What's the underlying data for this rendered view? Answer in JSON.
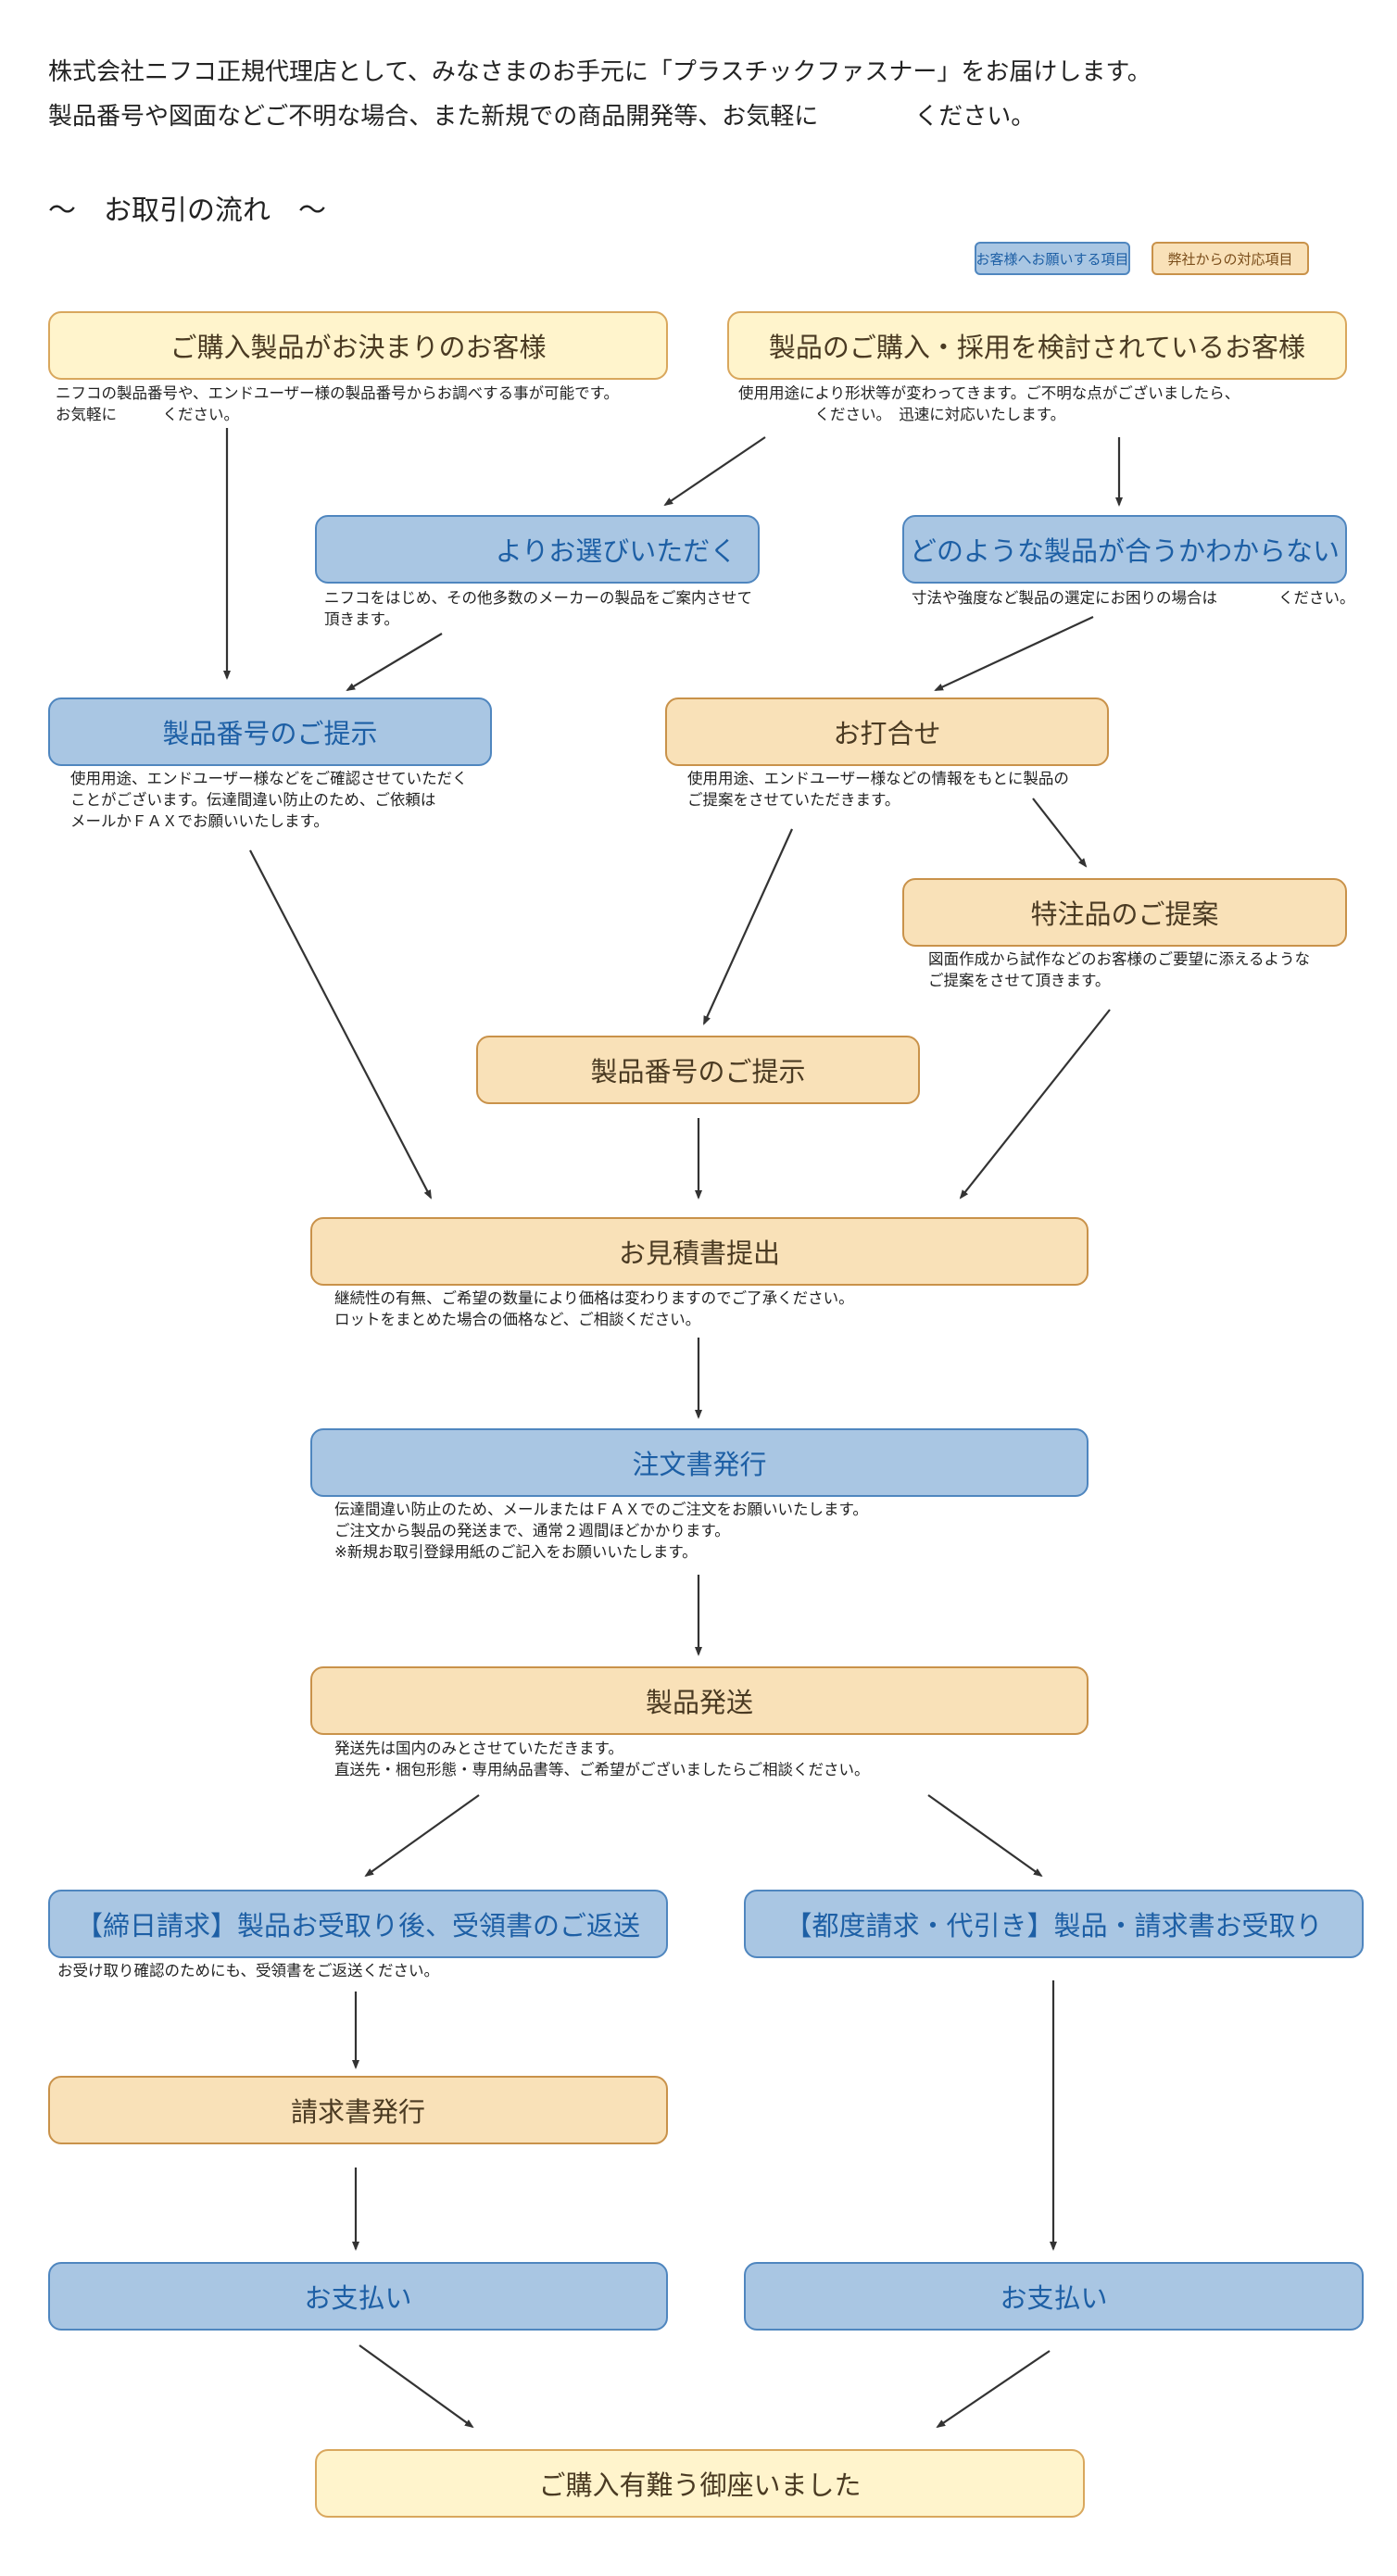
{
  "intro": {
    "line1": "株式会社ニフコ正規代理店として、みなさまのお手元に「プラスチックファスナー」をお届けします。",
    "line2": "製品番号や図面などご不明な場合、また新規での商品開発等、お気軽に　　　　ください。"
  },
  "heading": "～　お取引の流れ　～",
  "legend": {
    "customer": "お客様へお願いする項目",
    "company": "弊社からの対応項目"
  },
  "flow": {
    "decided": {
      "label": "ご購入製品がお決まりのお客様",
      "note": "ニフコの製品番号や、エンドユーザー様の製品番号からお調べする事が可能です。\nお気軽に　　　ください。"
    },
    "considering": {
      "label": "製品のご購入・採用を検討されているお客様",
      "note": "使用用途により形状等が変わってきます。ご不明な点がございましたら、\n　　　　　ください。　迅速に対応いたします。"
    },
    "choose": {
      "label": "よりお選びいただく",
      "note": "ニフコをはじめ、その他多数のメーカーの製品をご案内させて\n頂きます。"
    },
    "unsure": {
      "label": "どのような製品が合うかわからない",
      "note": "寸法や強度など製品の選定にお困りの場合は　　　　ください。"
    },
    "present_part_no": {
      "label": "製品番号のご提示",
      "note": "使用用途、エンドユーザー様などをご確認させていただく\nことがございます。伝達間違い防止のため、ご依頼は\nメールかＦＡＸでお願いいたします。"
    },
    "meeting": {
      "label": "お打合せ",
      "note": "使用用途、エンドユーザー様などの情報をもとに製品の\nご提案をさせていただきます。"
    },
    "custom": {
      "label": "特注品のご提案",
      "note": "図面作成から試作などのお客様のご要望に添えるような\nご提案をさせて頂きます。"
    },
    "part_no_company": {
      "label": "製品番号のご提示"
    },
    "quote": {
      "label": "お見積書提出",
      "note": "継続性の有無、ご希望の数量により価格は変わりますのでご了承ください。\nロットをまとめた場合の価格など、ご相談ください。"
    },
    "order": {
      "label": "注文書発行",
      "note": "伝達間違い防止のため、メールまたはＦＡＸでのご注文をお願いいたします。\nご注文から製品の発送まで、通常２週間ほどかかります。\n※新規お取引登録用紙のご記入をお願いいたします。"
    },
    "shipping": {
      "label": "製品発送",
      "note": "発送先は国内のみとさせていただきます。\n直送先・梱包形態・専用納品書等、ご希望がございましたらご相談ください。"
    },
    "closing_billing": {
      "label": "【締日請求】製品お受取り後、受領書のご返送",
      "note": "お受け取り確認のためにも、受領書をご返送ください。"
    },
    "per_billing": {
      "label": "【都度請求・代引き】製品・請求書お受取り"
    },
    "invoice": {
      "label": "請求書発行"
    },
    "payment_left": {
      "label": "お支払い"
    },
    "payment_right": {
      "label": "お支払い"
    },
    "thanks": {
      "label": "ご購入有難う御座いました"
    }
  },
  "colors": {
    "customer_fill": "#a9c6e3",
    "customer_border": "#4f86bf",
    "customer_text": "#1d5fa5",
    "company_fill": "#f9e1b8",
    "company_border": "#c9924a",
    "start_fill": "#fff4cc",
    "arrow": "#333333"
  }
}
